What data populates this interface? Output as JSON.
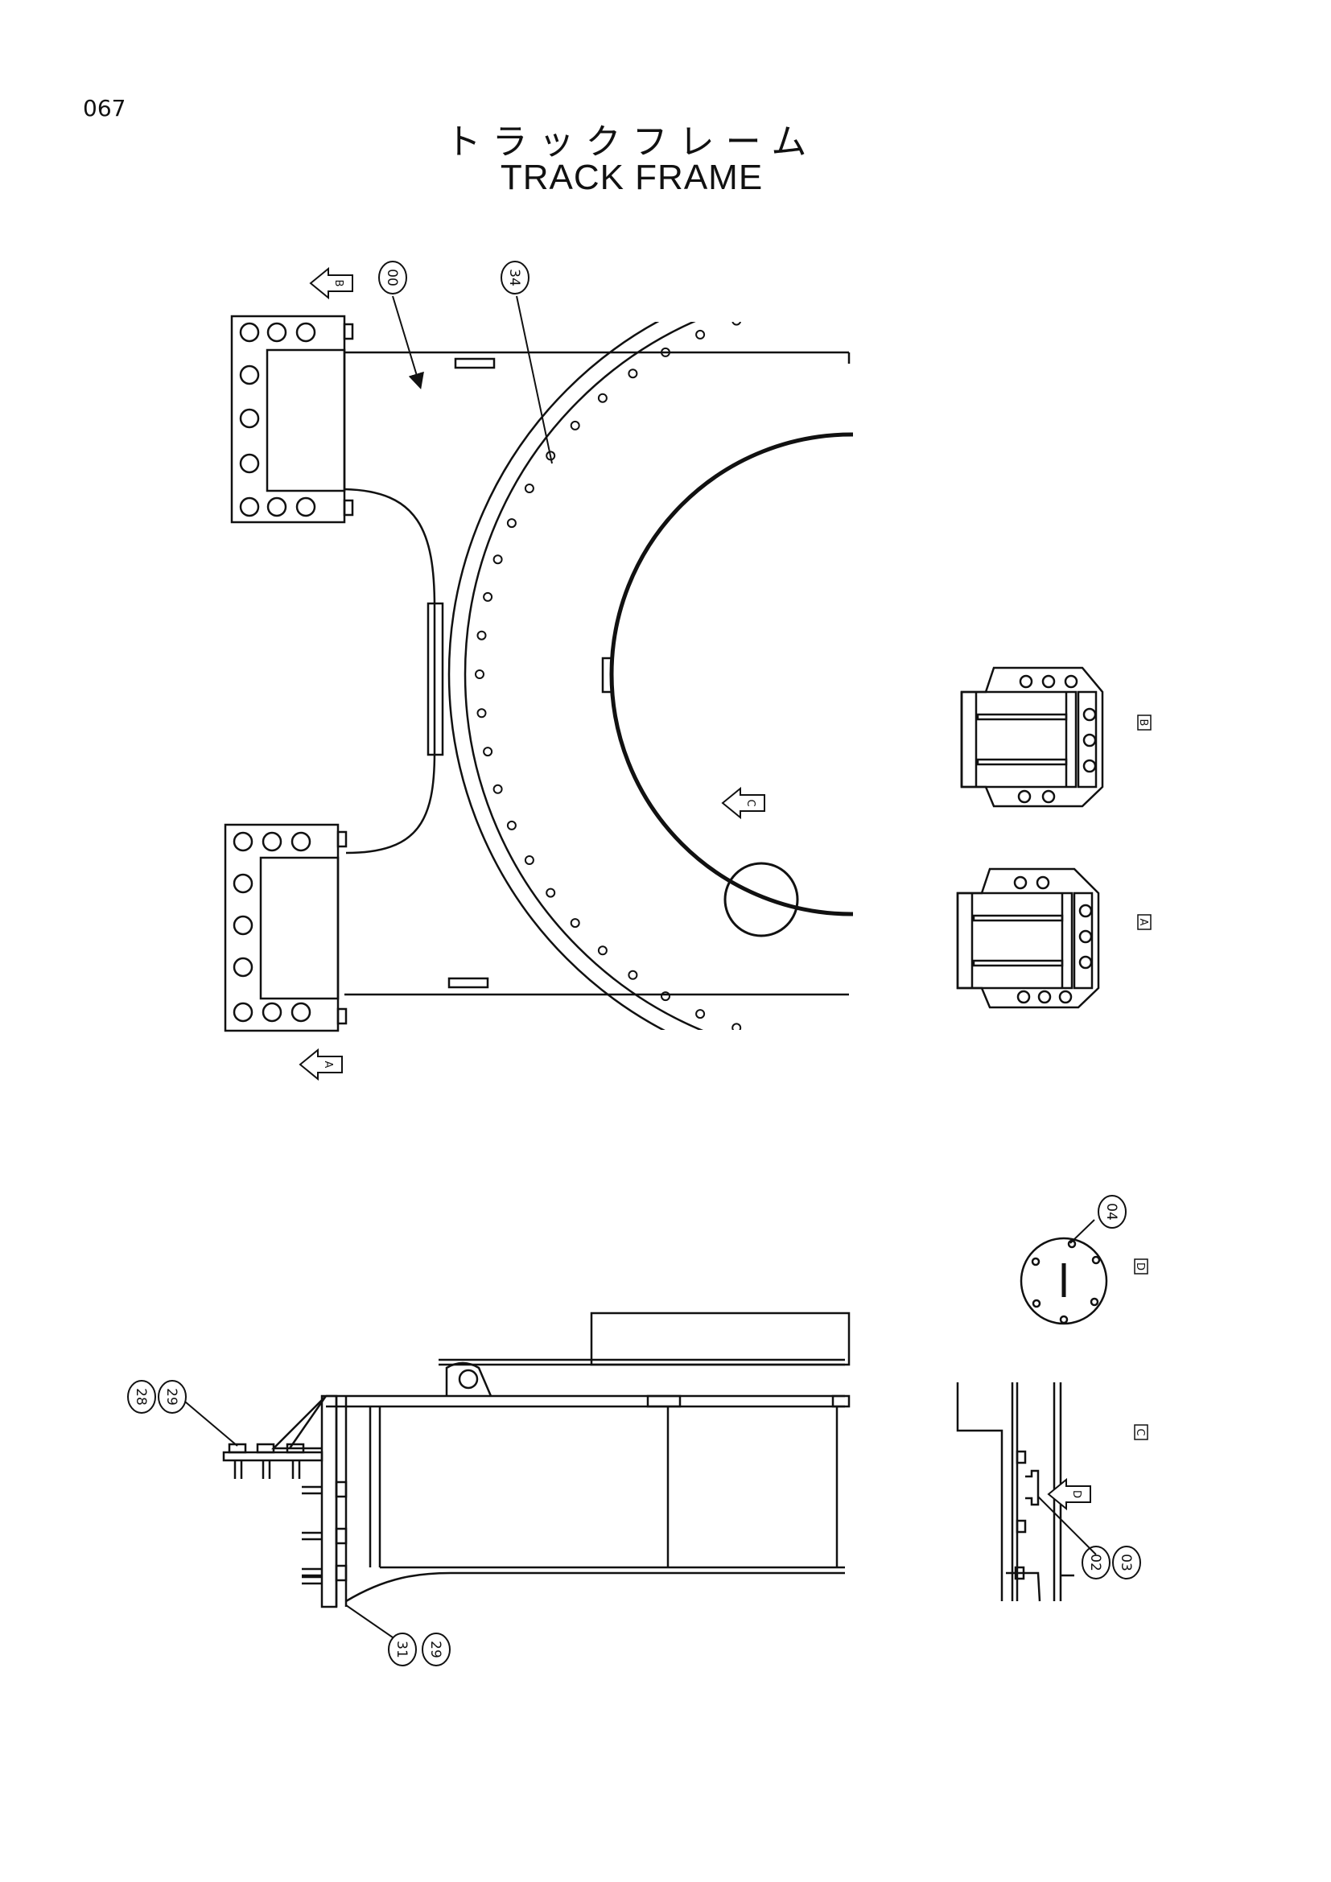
{
  "page": {
    "number": "067",
    "title_jp": "トラックフレーム",
    "title_en": "TRACK FRAME"
  },
  "callouts": [
    {
      "id": "00",
      "label": "00"
    },
    {
      "id": "34",
      "label": "34"
    },
    {
      "id": "04",
      "label": "04"
    },
    {
      "id": "28",
      "label": "28"
    },
    {
      "id": "29a",
      "label": "29"
    },
    {
      "id": "31",
      "label": "31"
    },
    {
      "id": "29b",
      "label": "29"
    },
    {
      "id": "02",
      "label": "02"
    },
    {
      "id": "03",
      "label": "03"
    }
  ],
  "view_arrows": [
    "B",
    "A",
    "C",
    "D"
  ],
  "view_labels": [
    "B",
    "A",
    "D",
    "C"
  ]
}
